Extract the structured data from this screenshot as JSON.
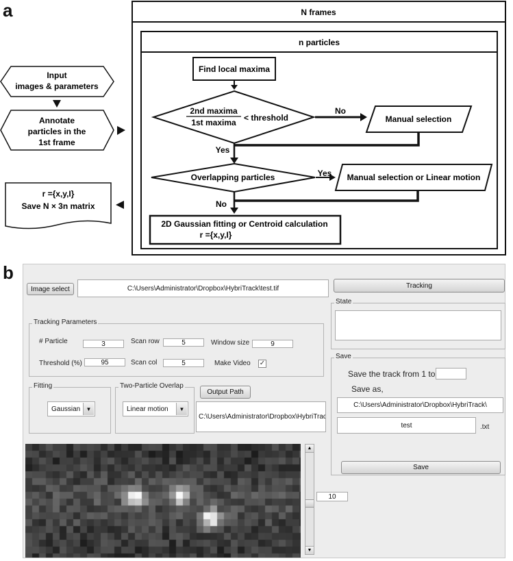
{
  "panel_a": {
    "label": "a",
    "outer_title": "N frames",
    "inner_title": "n particles",
    "input_label_1": "Input",
    "input_label_2": "images & parameters",
    "annotate_1": "Annotate",
    "annotate_2": "particles in the",
    "annotate_3": "1st frame",
    "save_line_1": "r ={x,y,I}",
    "save_line_2": "Save N × 3n matrix",
    "find_maxima": "Find local maxima",
    "ratio_num": "2nd maxima",
    "ratio_den": "1st maxima",
    "ratio_rest": "< threshold",
    "no_1": "No",
    "manual_selection": "Manual selection",
    "yes_1": "Yes",
    "overlap": "Overlapping particles",
    "yes_2": "Yes",
    "manual_or_linear": "Manual selection or Linear motion",
    "no_2": "No",
    "fit_line_1": "2D Gaussian fitting or Centroid calculation",
    "fit_line_2": "r ={x,y,I}"
  },
  "panel_b": {
    "label": "b",
    "image_select_label": "Image select",
    "image_path": "C:\\Users\\Administrator\\Dropbox\\HybriTrack\\test.tif",
    "tracking_label": "Tracking",
    "state_title": "State",
    "tracking_params_title": "Tracking Parameters",
    "particle_label": "# Particle",
    "particle_value": "3",
    "scan_row_label": "Scan row",
    "scan_row_value": "5",
    "window_size_label": "Window size",
    "window_size_value": "9",
    "threshold_label": "Threshold (%)",
    "threshold_value": "95",
    "scan_col_label": "Scan col",
    "scan_col_value": "5",
    "make_video_label": "Make Video",
    "make_video_checked": true,
    "fitting_title": "Fitting",
    "fitting_value": "Gaussian",
    "overlap_title": "Two-Particle Overlap",
    "overlap_value": "Linear motion",
    "output_path_label": "Output Path",
    "output_path_value": "C:\\Users\\Administrator\\Dropbox\\HybriTrack",
    "save_title": "Save",
    "save_track_label": "Save the track from 1 to",
    "save_track_value": "",
    "save_as_label": "Save as,",
    "save_dir": "C:\\Users\\Administrator\\Dropbox\\HybriTrack\\",
    "filename": "test",
    "extension": ".txt",
    "save_button_label": "Save",
    "frame_value": "10",
    "slider_fraction": 0.55
  }
}
